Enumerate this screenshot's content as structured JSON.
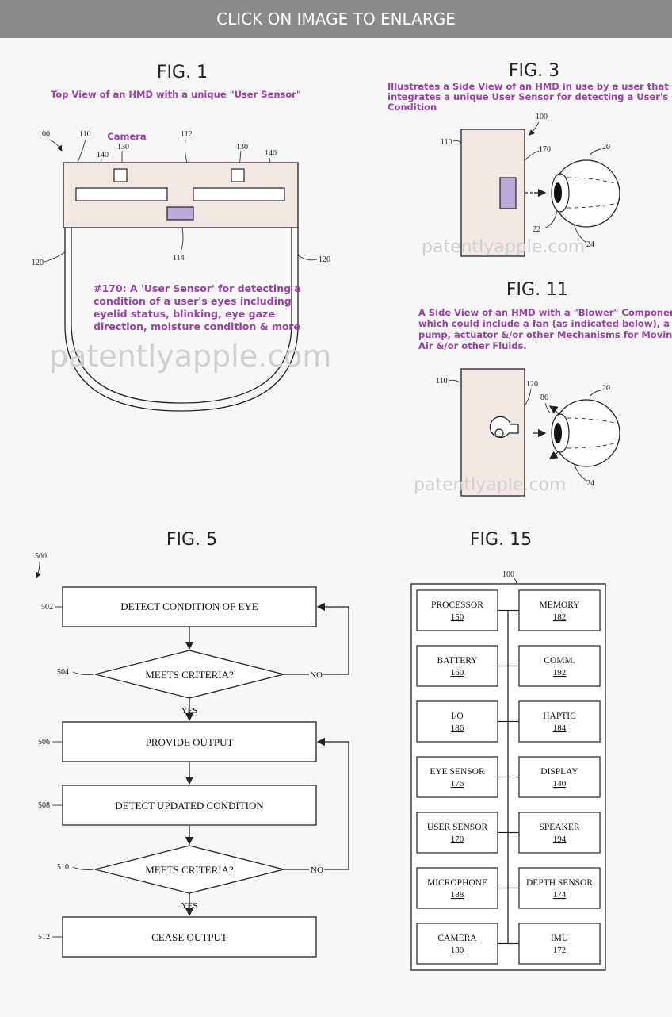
{
  "banner": {
    "text": "CLICK ON IMAGE TO ENLARGE"
  },
  "fig1": {
    "title": "FIG. 1",
    "caption": "Top View of an HMD with a unique \"User Sensor\"",
    "camera_label": "Camera",
    "refs": {
      "r100": "100",
      "r110": "110",
      "r112": "112",
      "r130a": "130",
      "r130b": "130",
      "r140a": "140",
      "r140b": "140",
      "r170": "170",
      "r114": "114",
      "r120a": "120",
      "r120b": "120"
    },
    "note_lines": [
      "#170: A 'User Sensor' for detecting a",
      "condition of a user's eyes including",
      "eyelid status, blinking, eye gaze",
      "direction, moisture condition & more"
    ],
    "watermark": "patentlyapple.com"
  },
  "fig3": {
    "title": "FIG. 3",
    "caption_lines": [
      "Illustrates a Side View of an HMD in use by a user that",
      "integrates a unique User Sensor for detecting a User's Eye",
      "Condition"
    ],
    "refs": {
      "r100": "100",
      "r110": "110",
      "r170": "170",
      "r20": "20",
      "r22": "22",
      "r24": "24"
    },
    "watermark": "patentlyapple.com"
  },
  "fig11": {
    "title": "FIG. 11",
    "caption_lines": [
      "A Side View of an HMD with a \"Blower\" Component",
      "which could include a fan (as indicated below), a",
      "pump, actuator &/or other Mechanisms for Moving",
      "Air &/or other Fluids."
    ],
    "refs": {
      "r110": "110",
      "r120": "120",
      "r86": "86",
      "r20": "20",
      "r24": "24"
    },
    "watermark": "patentlyaple.com"
  },
  "fig5": {
    "title": "FIG. 5",
    "refs": {
      "r500": "500",
      "r502": "502",
      "r504": "504",
      "r506": "506",
      "r508": "508",
      "r510": "510",
      "r512": "512"
    },
    "steps": {
      "detect": "DETECT CONDITION OF EYE",
      "criteria1": "MEETS CRITERIA?",
      "provide": "PROVIDE OUTPUT",
      "updated": "DETECT UPDATED CONDITION",
      "criteria2": "MEETS CRITERIA?",
      "cease": "CEASE OUTPUT"
    },
    "yes": "YES",
    "no": "NO"
  },
  "fig15": {
    "title": "FIG. 15",
    "ref": "100",
    "left": [
      {
        "name": "PROCESSOR",
        "num": "150"
      },
      {
        "name": "BATTERY",
        "num": "160"
      },
      {
        "name": "I/O",
        "num": "186"
      },
      {
        "name": "EYE SENSOR",
        "num": "176"
      },
      {
        "name": "USER SENSOR",
        "num": "170"
      },
      {
        "name": "MICROPHONE",
        "num": "188"
      },
      {
        "name": "CAMERA",
        "num": "130"
      }
    ],
    "right": [
      {
        "name": "MEMORY",
        "num": "182"
      },
      {
        "name": "COMM.",
        "num": "192"
      },
      {
        "name": "HAPTIC",
        "num": "184"
      },
      {
        "name": "DISPLAY",
        "num": "140"
      },
      {
        "name": "SPEAKER",
        "num": "194"
      },
      {
        "name": "DEPTH SENSOR",
        "num": "174"
      },
      {
        "name": "IMU",
        "num": "172"
      }
    ]
  },
  "colors": {
    "banner": "#8a8a8a",
    "caption": "#9b3fa8",
    "sensor": "#b9a8d8",
    "hmd_fill": "#f1e8e4"
  }
}
